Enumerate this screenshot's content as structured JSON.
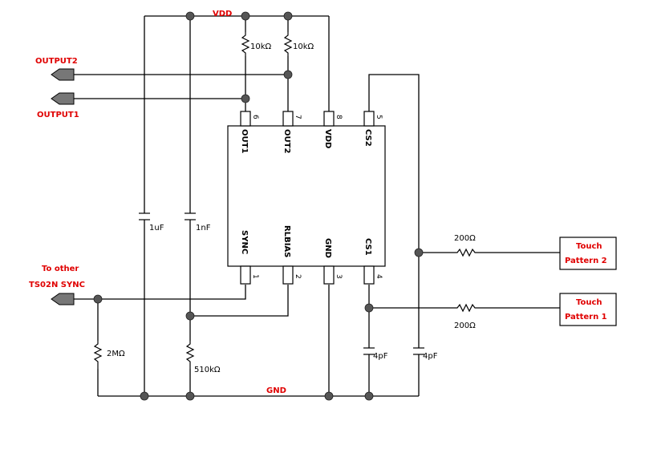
{
  "nets": {
    "vdd": "VDD",
    "gnd": "GND"
  },
  "ic": {
    "pins": [
      {
        "num": "6",
        "name": "OUT1"
      },
      {
        "num": "7",
        "name": "OUT2"
      },
      {
        "num": "8",
        "name": "VDD"
      },
      {
        "num": "5",
        "name": "CS2"
      },
      {
        "num": "1",
        "name": "SYNC"
      },
      {
        "num": "2",
        "name": "RLBIAS"
      },
      {
        "num": "3",
        "name": "GND"
      },
      {
        "num": "4",
        "name": "CS1"
      }
    ]
  },
  "ports": {
    "output2": "OUTPUT2",
    "output1": "OUTPUT1",
    "sync_line1": "To other",
    "sync_line2": "TS02N SYNC"
  },
  "components": {
    "r_pullup1": "10kΩ",
    "r_pullup2": "10kΩ",
    "c_vdd": "1uF",
    "c_bias": "1nF",
    "r_sync": "2MΩ",
    "r_bias": "510kΩ",
    "r_tp2": "200Ω",
    "r_tp1": "200Ω",
    "c_cs1": "4pF",
    "c_cs2": "4pF"
  },
  "touch_pads": [
    {
      "line1": "Touch",
      "line2": "Pattern 2"
    },
    {
      "line1": "Touch",
      "line2": "Pattern 1"
    }
  ]
}
